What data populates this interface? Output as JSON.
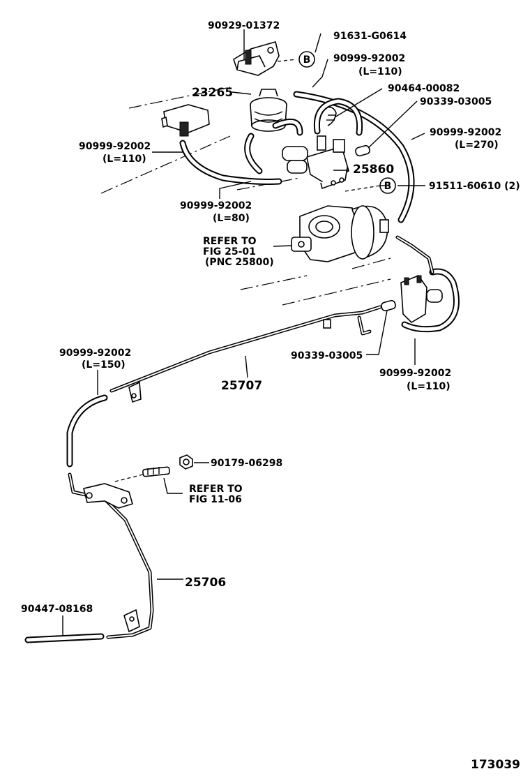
{
  "labels": {
    "p90929_01372": "90929-01372",
    "p91631_g0614": "91631-G0614",
    "p90999_92002_a": "90999-92002",
    "l110_a": "(L=110)",
    "p23265": "23265",
    "p90464_00082": "90464-00082",
    "p90339_03005_a": "90339-03005",
    "p90999_92002_b": "90999-92002",
    "l270": "(L=270)",
    "p90999_92002_c": "90999-92002",
    "l110_c": "(L=110)",
    "p25860": "25860",
    "p91511_60610": "91511-60610 (2)",
    "p90999_92002_d": "90999-92002",
    "l80": "(L=80)",
    "refer_25_line1": "REFER TO",
    "refer_25_line2": "FIG 25-01",
    "refer_25_line3": "(PNC 25800)",
    "p90999_92002_e": "90999-92002",
    "l150": "(L=150)",
    "p25707": "25707",
    "p90339_03005_b": "90339-03005",
    "p90999_92002_f": "90999-92002",
    "l110_f": "(L=110)",
    "p90179_06298": "90179-06298",
    "refer_11_line1": "REFER TO",
    "refer_11_line2": "FIG 11-06",
    "p25706": "25706",
    "p90447_08168": "90447-08168",
    "marker_b": "B",
    "figure_number": "173039"
  }
}
